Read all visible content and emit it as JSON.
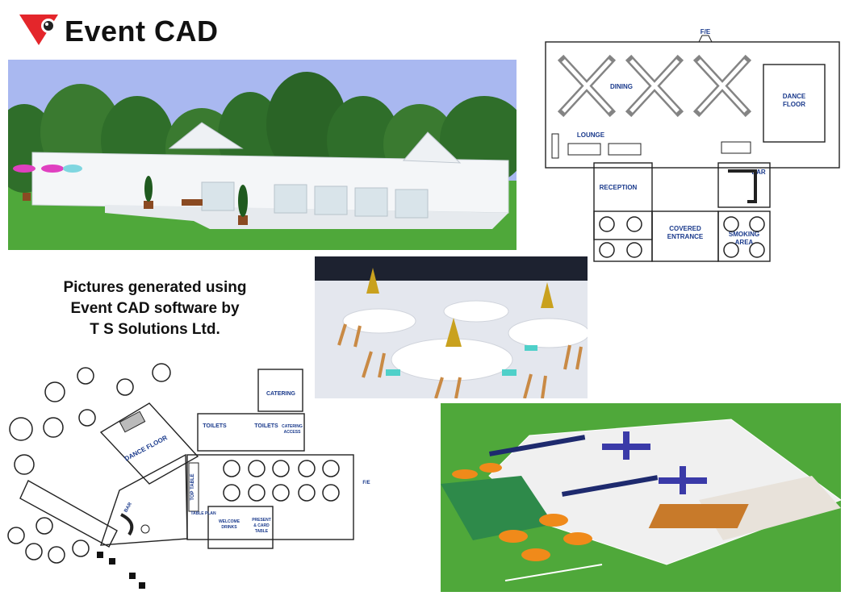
{
  "app": {
    "title": "Event CAD",
    "logo_icon": "red-triangle-logo-icon",
    "accent_color": "#e4262b"
  },
  "caption": {
    "lines": [
      "Pictures generated using",
      "Event CAD software by",
      "T S Solutions Ltd."
    ]
  },
  "plan_top_right": {
    "labels": {
      "fire_exit": "F/E",
      "dining": "DINING",
      "dance_floor_1": "DANCE",
      "dance_floor_2": "FLOOR",
      "lounge": "LOUNGE",
      "reception": "RECEPTION",
      "bar": "BAR",
      "covered_1": "COVERED",
      "covered_2": "ENTRANCE",
      "smoking_1": "SMOKING",
      "smoking_2": "AREA"
    }
  },
  "plan_bottom_left": {
    "labels": {
      "catering": "CATERING",
      "toilets_1": "TOILETS",
      "toilets_2": "TOILETS",
      "catering_access_1": "CATERING",
      "catering_access_2": "ACCESS",
      "dance_floor": "DANCE FLOOR",
      "top_table": "TOP TABLE",
      "bar": "BAR",
      "table_plan": "TABLE PLAN",
      "welcome_1": "WELCOME",
      "welcome_2": "DRINKS",
      "present_1": "PRESENT",
      "present_2": "& CARD",
      "present_3": "TABLE",
      "fire_exit": "F/E"
    }
  },
  "colors": {
    "sky": "#a9b8f0",
    "grass": "#4fa83a",
    "tree": "#2f6e2a",
    "marquee": "#f4f6f8",
    "plan_line": "#222222",
    "plan_text": "#1a3a8c",
    "chair": "#c98a45",
    "cushion": "#4fd0c9",
    "umbrella": "#f08a1a"
  }
}
